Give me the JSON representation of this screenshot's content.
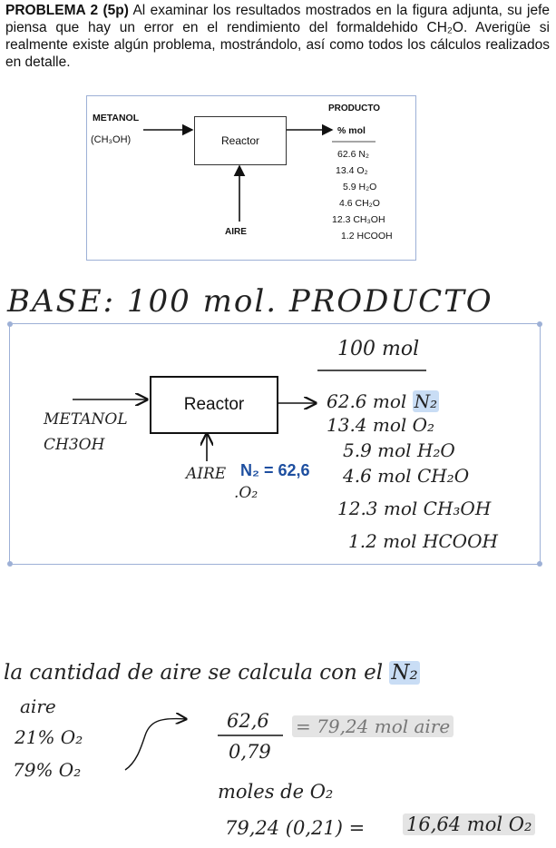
{
  "problem": {
    "label": "PROBLEMA 2",
    "points": "(5p)",
    "text": "Al examinar los resultados mostrados en la figura adjunta, su jefe piensa que hay un error en el rendimiento del formaldehido CH₂O. Averigüe si realmente existe algún problema, mostrándolo, así como todos los cálculos realizados en detalle."
  },
  "figure": {
    "input_label": "METANOL",
    "input_formula": "(CH₃OH)",
    "reactor": "Reactor",
    "air_label": "AIRE",
    "product_header": "PRODUCTO",
    "unit_header": "% mol",
    "products": [
      "62.6 N₂",
      "13.4 O₂",
      "5.9 H₂O",
      "4.6 CH₂O",
      "12.3 CH₃OH",
      "1.2 HCOOH"
    ]
  },
  "notes": {
    "base_title": "BASE: 100 mol. PRODUCTO",
    "product_total": "100 mol",
    "reactor": "Reactor",
    "input_label": "METANOL",
    "input_formula": "CH3OH",
    "air_label": "AIRE",
    "air_n2": "N₂ = 62,6",
    "air_o2": ".O₂",
    "products": [
      {
        "value": "62.6",
        "unit": "mol",
        "species": "N₂"
      },
      {
        "value": "13.4",
        "unit": "mol",
        "species": "O₂"
      },
      {
        "value": "5.9",
        "unit": "mol",
        "species": "H₂O"
      },
      {
        "value": "4.6",
        "unit": "mol",
        "species": "CH₂O"
      },
      {
        "value": "12.3",
        "unit": "mol",
        "species": "CH₃OH"
      },
      {
        "value": "1.2",
        "unit": "mol",
        "species": "HCOOH"
      }
    ],
    "calc_sentence": "la cantidad de aire se calcula con el",
    "calc_species": "N₂",
    "air_heading": "aire",
    "air_o2_pct": "21% O₂",
    "air_n2_pct": "79% O₂",
    "fraction_num": "62,6",
    "fraction_den": "0,79",
    "fraction_result": "= 79,24 mol aire",
    "moles_o2_label": "moles de O₂",
    "o2_calc": "79,24 (0,21) =",
    "o2_result": "16,64 mol O₂"
  }
}
